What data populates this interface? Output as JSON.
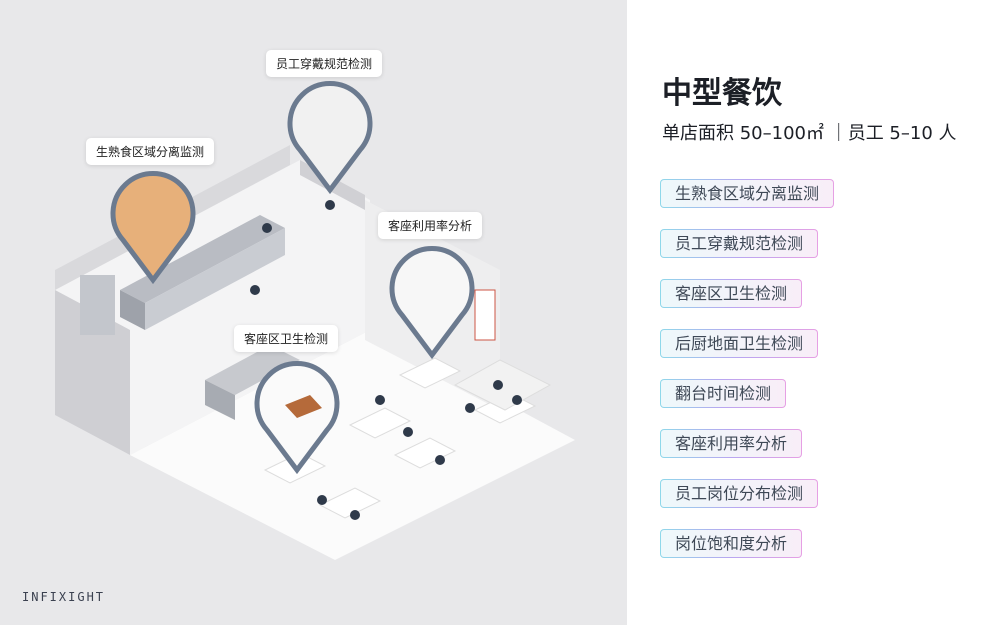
{
  "title": "中型餐饮",
  "subtitle": "单店面积 50–100㎡ ｜员工 5–10 人",
  "tags": [
    "生熟食区域分离监测",
    "员工穿戴规范检测",
    "客座区卫生检测",
    "后厨地面卫生检测",
    "翻台时间检测",
    "客座利用率分析",
    "员工岗位分布检测",
    "岗位饱和度分析"
  ],
  "callouts": [
    "员工穿戴规范检测",
    "生熟食区域分离监测",
    "客座利用率分析",
    "客座区卫生检测"
  ],
  "logo": "INFIXIGHT",
  "colors": {
    "pin": "#6b7a8f",
    "panel": "#e8e8ea"
  }
}
